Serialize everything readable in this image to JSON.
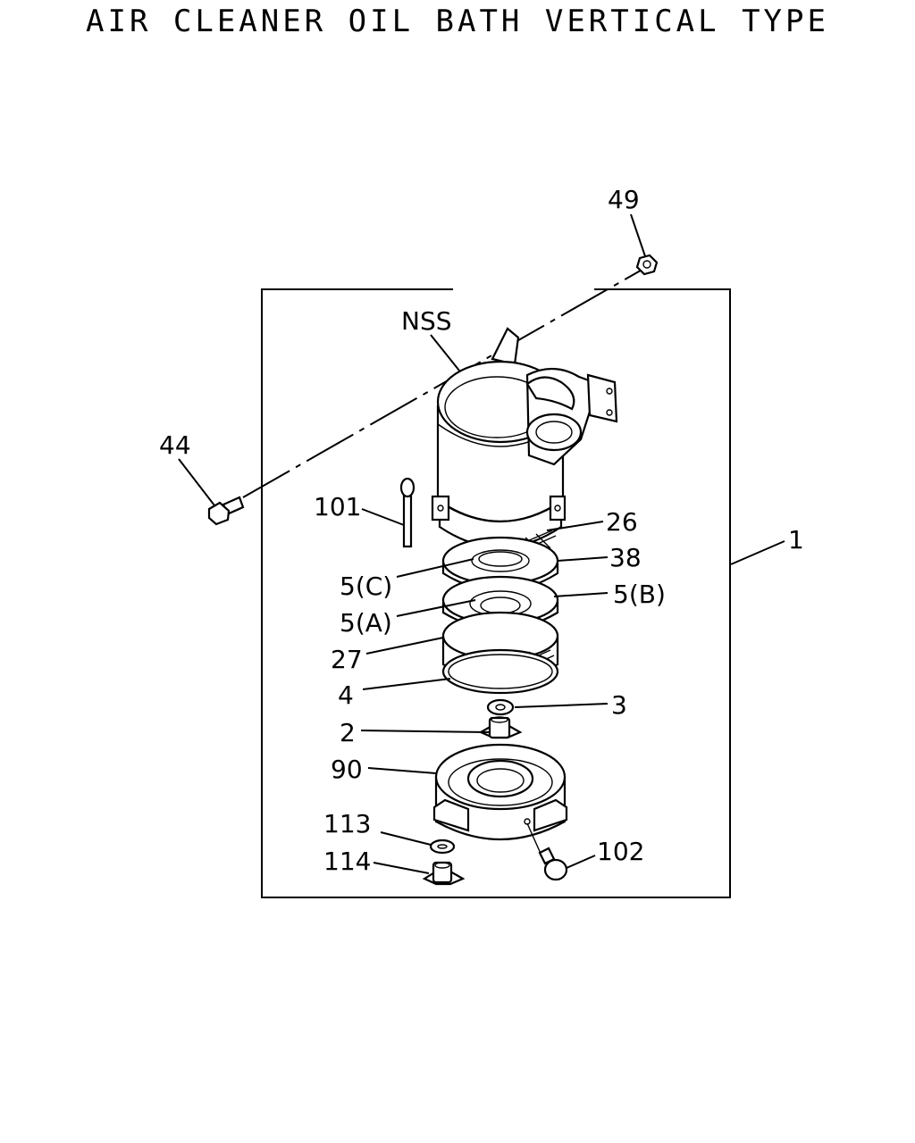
{
  "title": "AIR CLEANER OIL BATH VERTICAL TYPE",
  "callouts": {
    "c49": "49",
    "nss": "NSS",
    "c44": "44",
    "c101": "101",
    "c26": "26",
    "c38": "38",
    "c1": "1",
    "c5c": "5(C)",
    "c5b": "5(B)",
    "c5a": "5(A)",
    "c27": "27",
    "c4": "4",
    "c3": "3",
    "c2": "2",
    "c90": "90",
    "c113": "113",
    "c114": "114",
    "c102": "102"
  }
}
